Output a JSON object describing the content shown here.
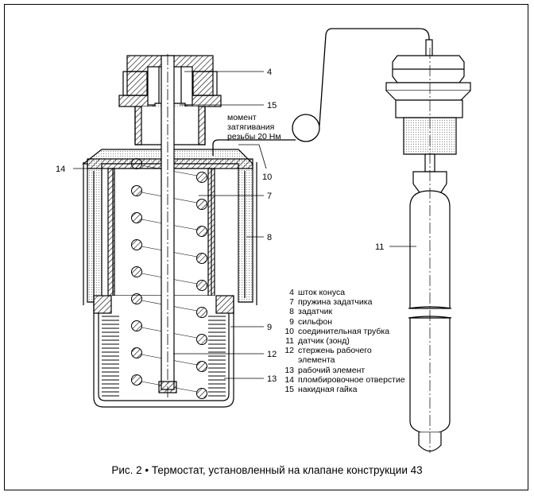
{
  "caption": "Рис. 2 • Термостат, установленный на клапане конструкции 43",
  "torque_note": [
    "момент",
    "затягивания",
    "резьбы  20 Нм"
  ],
  "callouts": {
    "c4": "4",
    "c15": "15",
    "c10": "10",
    "c14": "14",
    "c7": "7",
    "c8": "8",
    "c9": "9",
    "c12": "12",
    "c13": "13",
    "c11": "11"
  },
  "legend": [
    {
      "num": "4",
      "text": "шток конуса"
    },
    {
      "num": "7",
      "text": "пружина задатчика"
    },
    {
      "num": "8",
      "text": "задатчик"
    },
    {
      "num": "9",
      "text": "сильфон"
    },
    {
      "num": "10",
      "text": "соединительная трубка"
    },
    {
      "num": "11",
      "text": "датчик (зонд)"
    },
    {
      "num": "12",
      "text": "стержень рабочего элемента"
    },
    {
      "num": "13",
      "text": "рабочий элемент"
    },
    {
      "num": "14",
      "text": "пломбировочное отверстие"
    },
    {
      "num": "15",
      "text": "накидная гайка"
    }
  ]
}
